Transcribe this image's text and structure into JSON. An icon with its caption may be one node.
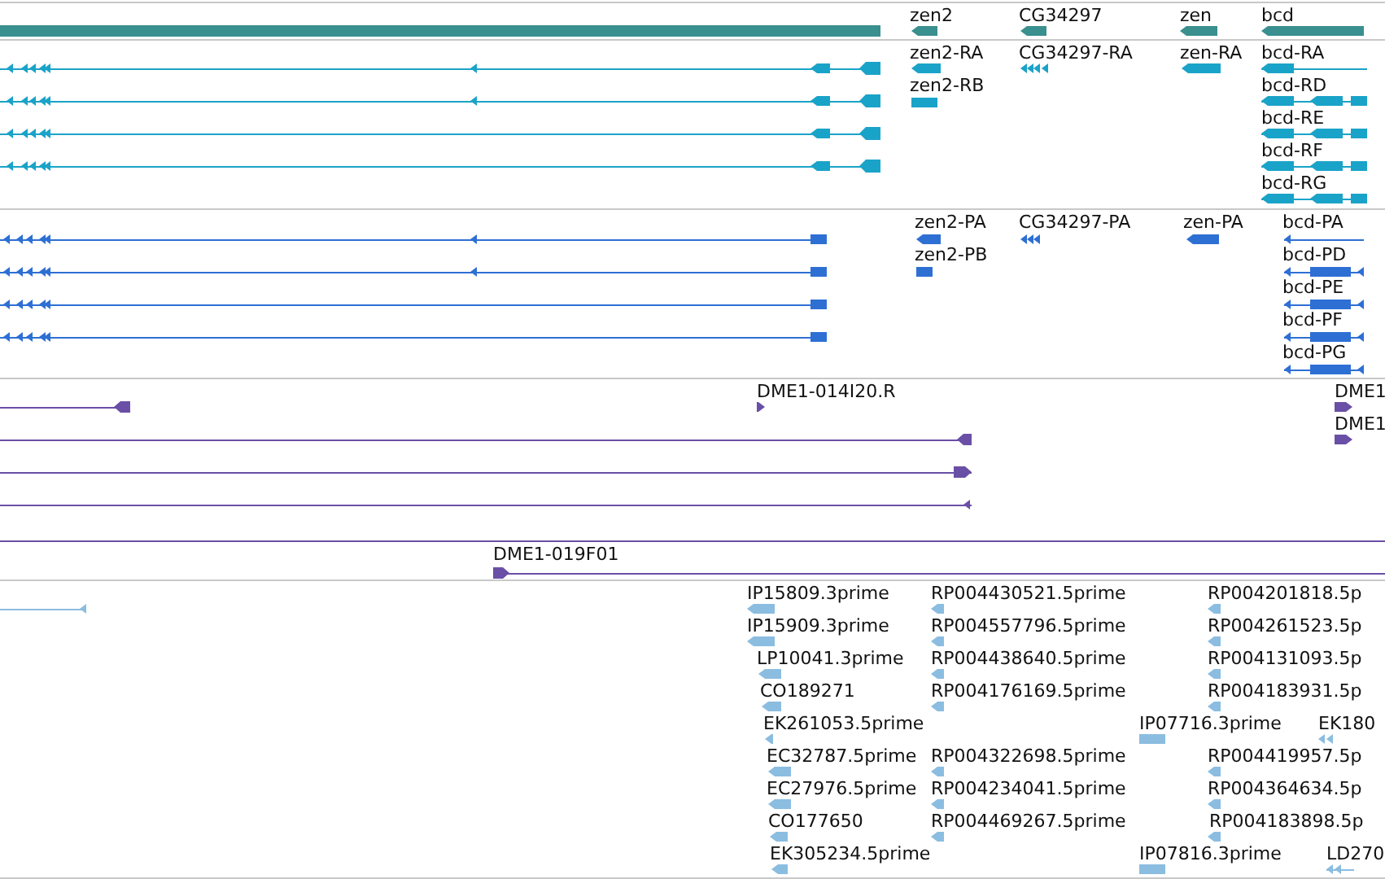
{
  "diagram": {
    "labels": [
      "zen2",
      "CG34297",
      "zen",
      "bcd",
      "zen2-RA",
      "CG34297-RA",
      "zen-RA",
      "bcd-RA",
      "zen2-RB",
      "bcd-RD",
      "bcd-RE",
      "bcd-RF",
      "bcd-RG",
      "zen2-PA",
      "CG34297-PA",
      "zen-PA",
      "bcd-PA",
      "zen2-PB",
      "bcd-PD",
      "bcd-PE",
      "bcd-PF",
      "bcd-PG",
      "DME1-014I20.R",
      "DME1",
      "DME1",
      "DME1-019F01",
      "IP15809.3prime",
      "RP004430521.5prime",
      "RP004201818.5p",
      "IP15909.3prime",
      "RP004557796.5prime",
      "RP004261523.5p",
      "LP10041.3prime",
      "RP004438640.5prime",
      "RP004131093.5p",
      "CO189271",
      "RP004176169.5prime",
      "RP004183931.5p",
      "EK261053.5prime",
      "IP07716.3prime",
      "EK180",
      "EC32787.5prime",
      "RP004322698.5prime",
      "RP004419957.5p",
      "EC27976.5prime",
      "RP004234041.5prime",
      "RP004364634.5p",
      "CO177650",
      "RP004469267.5prime",
      "RP004183898.5p",
      "EK305234.5prime",
      "IP07816.3prime",
      "LD270"
    ]
  }
}
